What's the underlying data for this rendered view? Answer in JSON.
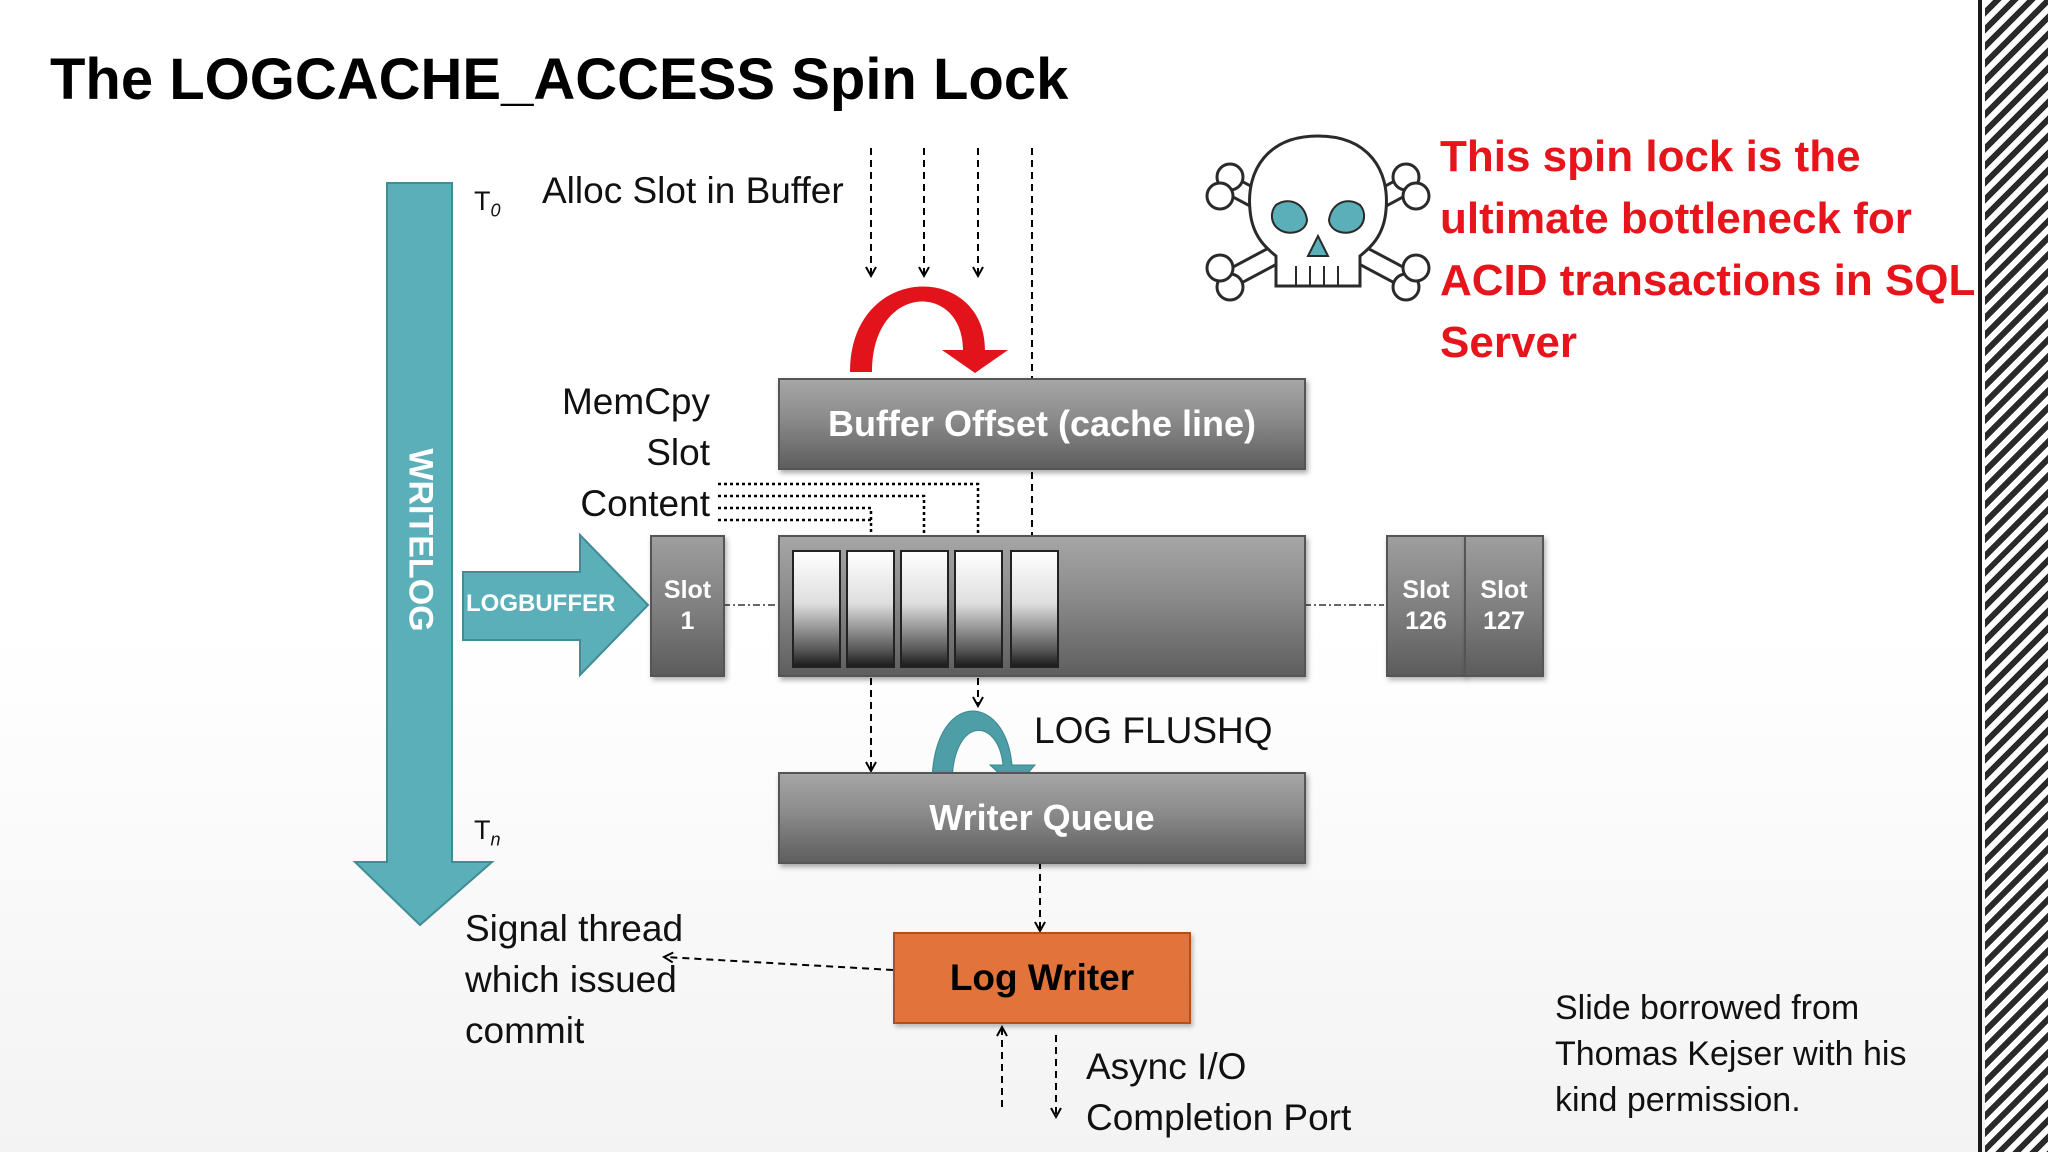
{
  "title": "The LOGCACHE_ACCESS Spin Lock",
  "warning": "This spin lock is the ultimate bottleneck for ACID transactions in SQL Server",
  "credit": "Slide borrowed from Thomas Kejser with his kind permission.",
  "diagram": {
    "writelog_label": "WRITELOG",
    "logbuffer_label": "LOGBUFFER",
    "t0_base": "T",
    "t0_sub": "0",
    "tn_base": "T",
    "tn_sub": "n",
    "alloc_slot_label": "Alloc Slot in Buffer",
    "memcpy_lines": [
      "MemCpy",
      "Slot",
      "Content"
    ],
    "buffer_offset_label": "Buffer Offset (cache line)",
    "slot1": [
      "Slot",
      "1"
    ],
    "slot126": [
      "Slot",
      "126"
    ],
    "slot127": [
      "Slot",
      "127"
    ],
    "log_flushq_label": "LOG FLUSHQ",
    "writer_queue_label": "Writer Queue",
    "log_writer_label": "Log Writer",
    "signal_lines": [
      "Signal thread",
      "which issued",
      "commit"
    ],
    "async_lines": [
      "Async I/O",
      "Completion Port"
    ]
  },
  "colors": {
    "teal": "#5aafb8",
    "red_arrow": "#e3131b",
    "warning_text": "#e8141b",
    "log_writer": "#e2743b",
    "box_gray": "#8a8a8a"
  },
  "icons": [
    "skull-crossbones-icon"
  ]
}
